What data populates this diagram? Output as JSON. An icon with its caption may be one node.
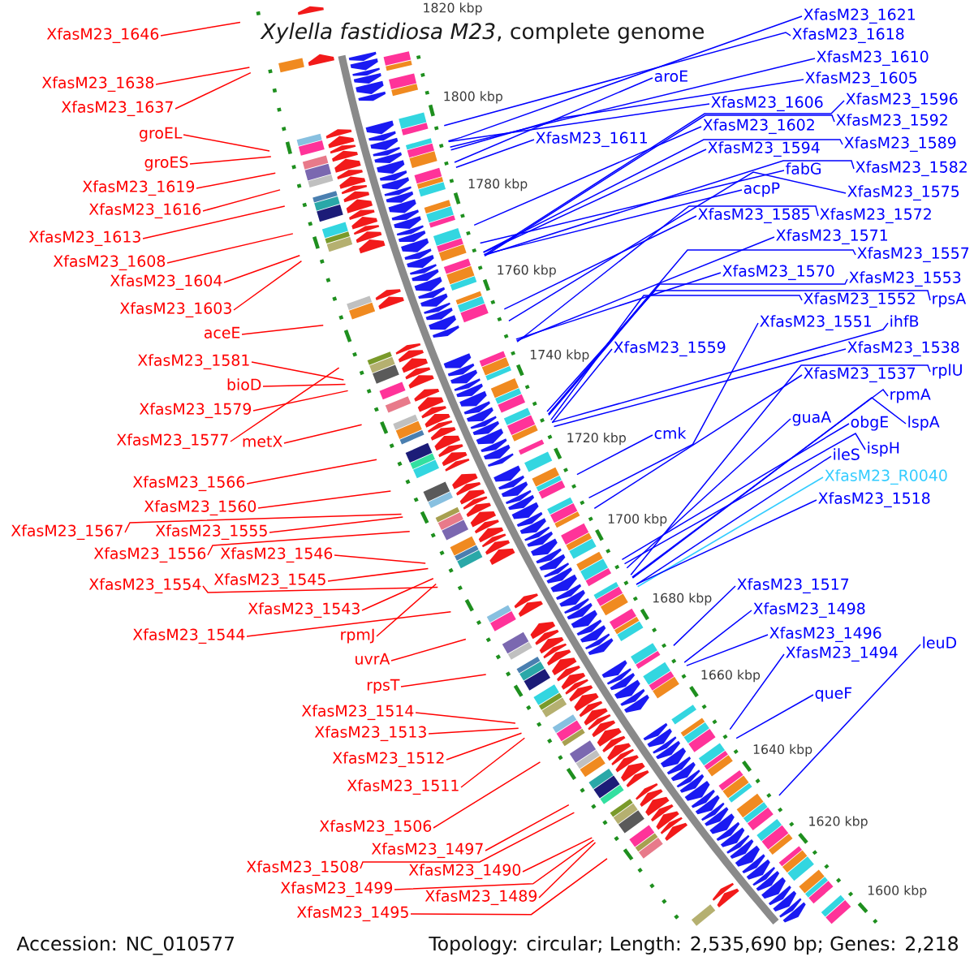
{
  "diagram": {
    "title": "*Xylella fastidiosa M23*, complete genome",
    "nodes": [
      {
        "text": [
          "XfasM23_1646"
        ]
      },
      {
        "text": [
          "XfasM23_1638"
        ]
      },
      {
        "text": [
          "XfasM23_1637"
        ]
      },
      {
        "text": [
          "groEL"
        ]
      },
      {
        "text": [
          "groES"
        ]
      },
      {
        "text": [
          "XfasM23_1619"
        ]
      },
      {
        "text": [
          "XfasM23_1616"
        ]
      },
      {
        "text": [
          "XfasM23_1613"
        ]
      },
      {
        "text": [
          "XfasM23_1608"
        ]
      },
      {
        "text": [
          "XfasM23_1604"
        ]
      },
      {
        "text": [
          "XfasM23_1603"
        ]
      },
      {
        "text": [
          "aceE"
        ]
      },
      {
        "text": [
          "XfasM23_1581"
        ]
      },
      {
        "text": [
          "bioD"
        ]
      },
      {
        "text": [
          "XfasM23_1579"
        ]
      },
      {
        "text": [
          "XfasM23_1577"
        ]
      },
      {
        "text": [
          "metX"
        ]
      },
      {
        "text": [
          "XfasM23_1566"
        ]
      },
      {
        "text": [
          "XfasM23_1560"
        ]
      },
      {
        "text": [
          "XfasM23_1567"
        ]
      },
      {
        "text": [
          "XfasM23_1555"
        ]
      },
      {
        "text": [
          "XfasM23_1556"
        ]
      },
      {
        "text": [
          "XfasM23_1546"
        ]
      },
      {
        "text": [
          "XfasM23_1554"
        ]
      },
      {
        "text": [
          "XfasM23_1545"
        ]
      },
      {
        "text": [
          "XfasM23_1543"
        ]
      },
      {
        "text": [
          "XfasM23_1544"
        ]
      },
      {
        "text": [
          "rpmJ"
        ]
      },
      {
        "text": [
          "uvrA"
        ]
      },
      {
        "text": [
          "rpsT"
        ]
      },
      {
        "text": [
          "XfasM23_1514"
        ]
      },
      {
        "text": [
          "XfasM23_1513"
        ]
      },
      {
        "text": [
          "XfasM23_1512"
        ]
      },
      {
        "text": [
          "XfasM23_1511"
        ]
      },
      {
        "text": [
          "XfasM23_1506"
        ]
      },
      {
        "text": [
          "XfasM23_1497"
        ]
      },
      {
        "text": [
          "XfasM23_1508"
        ]
      },
      {
        "text": [
          "XfasM23_1490"
        ]
      },
      {
        "text": [
          "XfasM23_1499"
        ]
      },
      {
        "text": [
          "XfasM23_1489"
        ]
      },
      {
        "text": [
          "XfasM23_1495"
        ]
      },
      {
        "text": [
          "XfasM23_1621"
        ]
      },
      {
        "text": [
          "XfasM23_1618"
        ]
      },
      {
        "text": [
          "XfasM23_1610"
        ]
      },
      {
        "text": [
          "aroE"
        ]
      },
      {
        "text": [
          "XfasM23_1605"
        ]
      },
      {
        "text": [
          "XfasM23_1606"
        ]
      },
      {
        "text": [
          "XfasM23_1596"
        ]
      },
      {
        "text": [
          "XfasM23_1602"
        ]
      },
      {
        "text": [
          "XfasM23_1592"
        ]
      },
      {
        "text": [
          "XfasM23_1611"
        ]
      },
      {
        "text": [
          "XfasM23_1594"
        ]
      },
      {
        "text": [
          "XfasM23_1589"
        ]
      },
      {
        "text": [
          "fabG"
        ]
      },
      {
        "text": [
          "XfasM23_1582"
        ]
      },
      {
        "text": [
          "acpP"
        ]
      },
      {
        "text": [
          "XfasM23_1575"
        ]
      },
      {
        "text": [
          "XfasM23_1585"
        ]
      },
      {
        "text": [
          "XfasM23_1572"
        ]
      },
      {
        "text": [
          "XfasM23_1571"
        ]
      },
      {
        "text": [
          "XfasM23_1557"
        ]
      },
      {
        "text": [
          "XfasM23_1570"
        ]
      },
      {
        "text": [
          "XfasM23_1553"
        ]
      },
      {
        "text": [
          "XfasM23_1552"
        ]
      },
      {
        "text": [
          "rpsA"
        ]
      },
      {
        "text": [
          "XfasM23_1551"
        ]
      },
      {
        "text": [
          "ihfB"
        ]
      },
      {
        "text": [
          "XfasM23_1559"
        ]
      },
      {
        "text": [
          "XfasM23_1538"
        ]
      },
      {
        "text": [
          "XfasM23_1537"
        ]
      },
      {
        "text": [
          "rplU"
        ]
      },
      {
        "text": [
          "rpmA"
        ]
      },
      {
        "text": [
          "guaA"
        ]
      },
      {
        "text": [
          "obgE"
        ]
      },
      {
        "text": [
          "lspA"
        ]
      },
      {
        "text": [
          "cmk"
        ]
      },
      {
        "text": [
          "ispH"
        ]
      },
      {
        "text": [
          "ileS"
        ]
      },
      {
        "text": [
          "XfasM23_R0040"
        ]
      },
      {
        "text": [
          "XfasM23_1518"
        ]
      },
      {
        "text": [
          "XfasM23_1517"
        ]
      },
      {
        "text": [
          "XfasM23_1498"
        ]
      },
      {
        "text": [
          "XfasM23_1496"
        ]
      },
      {
        "text": [
          "leuD"
        ]
      },
      {
        "text": [
          "XfasM23_1494"
        ]
      },
      {
        "text": [
          "queF"
        ]
      }
    ],
    "edges": [
      {
        "from": 0,
        "to": null,
        "arrow": "none",
        "color": "#ff0000"
      },
      {
        "from": 1,
        "to": null,
        "arrow": "none",
        "color": "#ff0000"
      },
      {
        "from": 2,
        "to": null,
        "arrow": "none",
        "color": "#ff0000"
      },
      {
        "from": 3,
        "to": null,
        "arrow": "none",
        "color": "#ff0000"
      },
      {
        "from": 4,
        "to": null,
        "arrow": "none",
        "color": "#ff0000"
      },
      {
        "from": 5,
        "to": null,
        "arrow": "none",
        "color": "#ff0000"
      },
      {
        "from": 6,
        "to": null,
        "arrow": "none",
        "color": "#ff0000"
      },
      {
        "from": 7,
        "to": null,
        "arrow": "none",
        "color": "#ff0000"
      },
      {
        "from": 8,
        "to": null,
        "arrow": "none",
        "color": "#ff0000"
      },
      {
        "from": 9,
        "to": null,
        "arrow": "none",
        "color": "#ff0000"
      },
      {
        "from": 10,
        "to": null,
        "arrow": "none",
        "color": "#ff0000"
      },
      {
        "from": 11,
        "to": null,
        "arrow": "none",
        "color": "#ff0000"
      },
      {
        "from": 12,
        "to": null,
        "arrow": "none",
        "color": "#ff0000"
      },
      {
        "from": 13,
        "to": null,
        "arrow": "none",
        "color": "#ff0000"
      },
      {
        "from": 14,
        "to": null,
        "arrow": "none",
        "color": "#ff0000"
      },
      {
        "from": 15,
        "to": null,
        "arrow": "none",
        "color": "#ff0000"
      },
      {
        "from": 16,
        "to": null,
        "arrow": "none",
        "color": "#ff0000"
      },
      {
        "from": 17,
        "to": null,
        "arrow": "none",
        "color": "#ff0000"
      },
      {
        "from": 18,
        "to": null,
        "arrow": "none",
        "color": "#ff0000"
      },
      {
        "from": 19,
        "to": null,
        "arrow": "none",
        "color": "#ff0000"
      },
      {
        "from": 20,
        "to": null,
        "arrow": "none",
        "color": "#ff0000"
      },
      {
        "from": 21,
        "to": null,
        "arrow": "none",
        "color": "#ff0000"
      },
      {
        "from": 22,
        "to": null,
        "arrow": "none",
        "color": "#ff0000"
      },
      {
        "from": 23,
        "to": null,
        "arrow": "none",
        "color": "#ff0000"
      },
      {
        "from": 24,
        "to": null,
        "arrow": "none",
        "color": "#ff0000"
      },
      {
        "from": 25,
        "to": null,
        "arrow": "none",
        "color": "#ff0000"
      },
      {
        "from": 26,
        "to": null,
        "arrow": "none",
        "color": "#ff0000"
      },
      {
        "from": 27,
        "to": null,
        "arrow": "none",
        "color": "#ff0000"
      },
      {
        "from": 28,
        "to": null,
        "arrow": "none",
        "color": "#ff0000"
      },
      {
        "from": 29,
        "to": null,
        "arrow": "none",
        "color": "#ff0000"
      },
      {
        "from": 30,
        "to": null,
        "arrow": "none",
        "color": "#ff0000"
      },
      {
        "from": 31,
        "to": null,
        "arrow": "none",
        "color": "#ff0000"
      },
      {
        "from": 32,
        "to": null,
        "arrow": "none",
        "color": "#ff0000"
      },
      {
        "from": 33,
        "to": null,
        "arrow": "none",
        "color": "#ff0000"
      },
      {
        "from": 34,
        "to": null,
        "arrow": "none",
        "color": "#ff0000"
      },
      {
        "from": 35,
        "to": null,
        "arrow": "none",
        "color": "#ff0000"
      },
      {
        "from": 36,
        "to": null,
        "arrow": "none",
        "color": "#ff0000"
      },
      {
        "from": 37,
        "to": null,
        "arrow": "none",
        "color": "#ff0000"
      },
      {
        "from": 38,
        "to": null,
        "arrow": "none",
        "color": "#ff0000"
      },
      {
        "from": 39,
        "to": null,
        "arrow": "none",
        "color": "#ff0000"
      },
      {
        "from": 40,
        "to": null,
        "arrow": "none",
        "color": "#ff0000"
      },
      {
        "from": 41,
        "to": null,
        "arrow": "none"
      },
      {
        "from": 42,
        "to": null,
        "arrow": "none"
      },
      {
        "from": 43,
        "to": null,
        "arrow": "none"
      },
      {
        "from": 44,
        "to": null,
        "arrow": "none"
      },
      {
        "from": 45,
        "to": null,
        "arrow": "none"
      },
      {
        "from": 46,
        "to": null,
        "arrow": "none"
      },
      {
        "from": 47,
        "to": null,
        "arrow": "none"
      },
      {
        "from": 48,
        "to": null,
        "arrow": "none"
      },
      {
        "from": 49,
        "to": null,
        "arrow": "none"
      },
      {
        "from": 50,
        "to": null,
        "arrow": "none"
      },
      {
        "from": 51,
        "to": null,
        "arrow": "none"
      },
      {
        "from": 52,
        "to": null,
        "arrow": "none"
      },
      {
        "from": 53,
        "to": null,
        "arrow": "none"
      },
      {
        "from": 54,
        "to": null,
        "arrow": "none"
      },
      {
        "from": 55,
        "to": null,
        "arrow": "none"
      },
      {
        "from": 56,
        "to": null,
        "arrow": "none"
      },
      {
        "from": 57,
        "to": null,
        "arrow": "none"
      },
      {
        "from": 58,
        "to": null,
        "arrow": "none"
      },
      {
        "from": 59,
        "to": null,
        "arrow": "none"
      },
      {
        "from": 60,
        "to": null,
        "arrow": "none"
      },
      {
        "from": 61,
        "to": null,
        "arrow": "none"
      },
      {
        "from": 62,
        "to": null,
        "arrow": "none"
      },
      {
        "from": 63,
        "to": null,
        "arrow": "none"
      },
      {
        "from": 64,
        "to": null,
        "arrow": "none"
      },
      {
        "from": 65,
        "to": null,
        "arrow": "none"
      },
      {
        "from": 66,
        "to": null,
        "arrow": "none"
      },
      {
        "from": 67,
        "to": null,
        "arrow": "none"
      },
      {
        "from": 68,
        "to": null,
        "arrow": "none"
      },
      {
        "from": 69,
        "to": null,
        "arrow": "none"
      },
      {
        "from": 70,
        "to": null,
        "arrow": "none"
      },
      {
        "from": 71,
        "to": null,
        "arrow": "none"
      },
      {
        "from": 72,
        "to": null,
        "arrow": "none"
      },
      {
        "from": 73,
        "to": null,
        "arrow": "none"
      },
      {
        "from": 74,
        "to": null,
        "arrow": "none"
      },
      {
        "from": 75,
        "to": null,
        "arrow": "none"
      },
      {
        "from": 76,
        "to": null,
        "arrow": "none"
      },
      {
        "from": 77,
        "to": null,
        "arrow": "none"
      },
      {
        "from": 78,
        "to": null,
        "arrow": "none",
        "color": "#33ccff"
      },
      {
        "from": 79,
        "to": null,
        "arrow": "none"
      },
      {
        "from": 80,
        "to": null,
        "arrow": "none"
      },
      {
        "from": 81,
        "to": null,
        "arrow": "none"
      },
      {
        "from": 82,
        "to": null,
        "arrow": "none"
      },
      {
        "from": 83,
        "to": null,
        "arrow": "none"
      },
      {
        "from": 84,
        "to": null,
        "arrow": "none"
      },
      {
        "from": 85,
        "to": null,
        "arrow": "none"
      }
    ],
    "labels": [
      "1820 kbp",
      "1800 kbp",
      "1780 kbp",
      "1760 kbp",
      "1740 kbp",
      "1720 kbp",
      "1700 kbp",
      "1680 kbp",
      "1660 kbp",
      "1640 kbp",
      "1620 kbp",
      "1600 kbp",
      "Accession: NC_010577",
      "Topology: circular; Length: 2,535,690 bp; Genes: 2,218"
    ]
  }
}
